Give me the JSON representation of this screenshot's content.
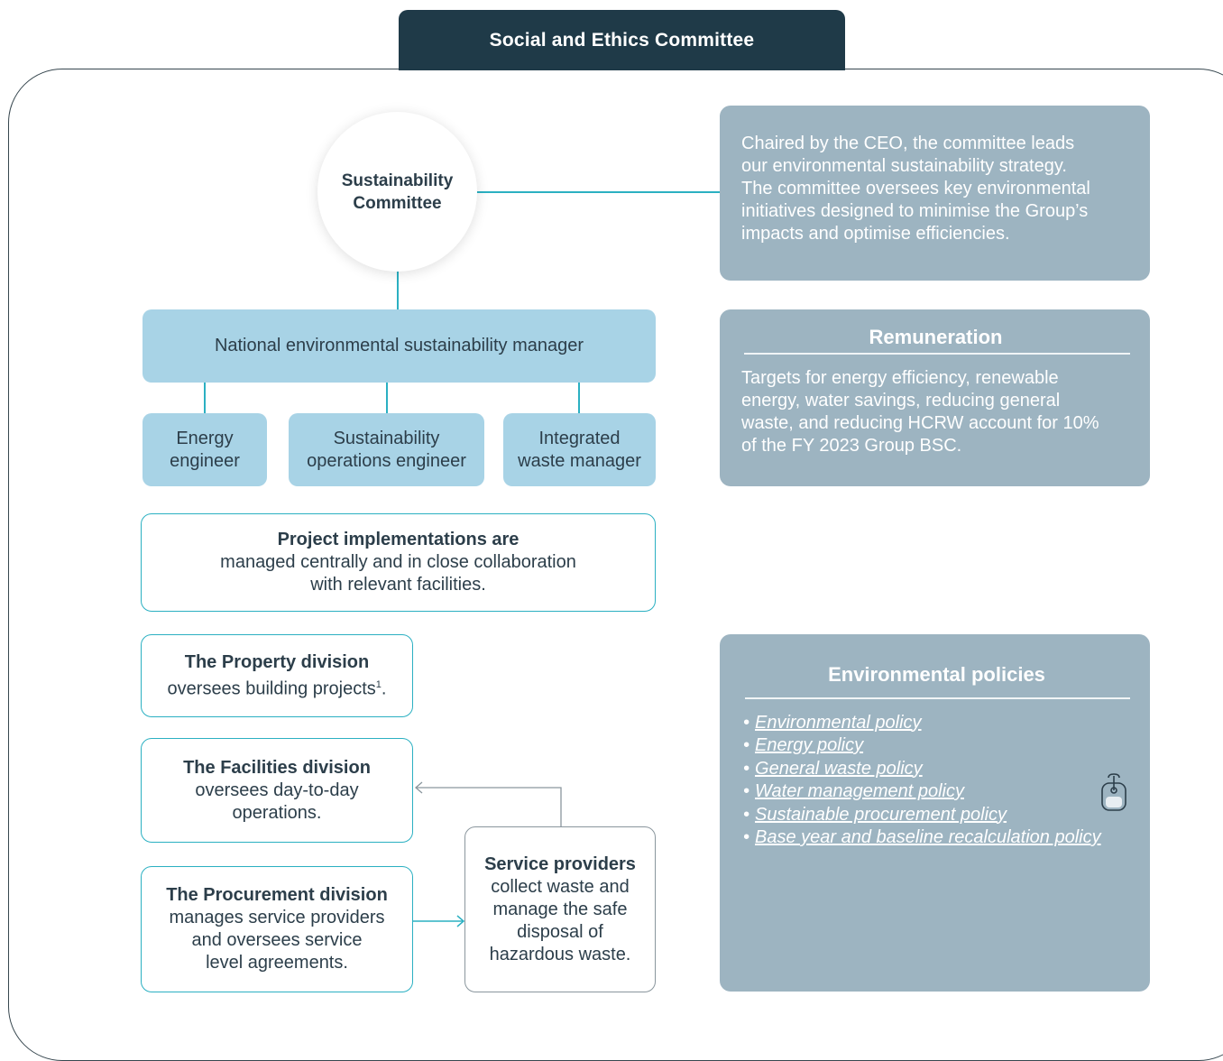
{
  "header": {
    "title": "Social and Ethics Committee"
  },
  "sustainability_committee": {
    "label": "Sustainability\nCommittee"
  },
  "committee_description": "Chaired by the CEO, the committee leads\nour environmental sustainability strategy.\nThe committee oversees key environmental\ninitiatives designed to minimise the Group’s\nimpacts and optimise efficiencies.",
  "manager": {
    "label": "National environmental sustainability manager"
  },
  "roles": [
    {
      "label": "Energy\nengineer"
    },
    {
      "label": "Sustainability\noperations engineer"
    },
    {
      "label": "Integrated\nwaste manager"
    }
  ],
  "remuneration": {
    "title": "Remuneration",
    "text": "Targets for energy efficiency, renewable\nenergy, water savings, reducing general\nwaste, and reducing HCRW account for 10%\nof the FY 2023 Group BSC."
  },
  "project": {
    "title": "Project implementations are",
    "body": "managed centrally and in close collaboration\nwith relevant facilities."
  },
  "property": {
    "title": "The Property division",
    "body": "oversees building projects",
    "footnote": "1",
    "suffix": "."
  },
  "facilities": {
    "title": "The Facilities division",
    "body": "oversees day-to-day\noperations."
  },
  "procurement": {
    "title": "The Procurement division",
    "body": "manages service providers\nand oversees service\nlevel agreements."
  },
  "service_providers": {
    "title": "Service providers",
    "body": "collect waste and\nmanage the safe\ndisposal of\nhazardous waste."
  },
  "policies": {
    "title": "Environmental policies",
    "items": [
      "Environmental policy",
      "Energy policy",
      "General waste policy",
      "Water management policy",
      "Sustainable procurement policy",
      "Base year and baseline recalculation policy"
    ],
    "icon": "mouse-click-icon"
  },
  "colors": {
    "header_bg": "#1f3a48",
    "accent": "#2bb0c2",
    "light_blue": "#a8d3e6",
    "panel": "#9db4c1"
  }
}
